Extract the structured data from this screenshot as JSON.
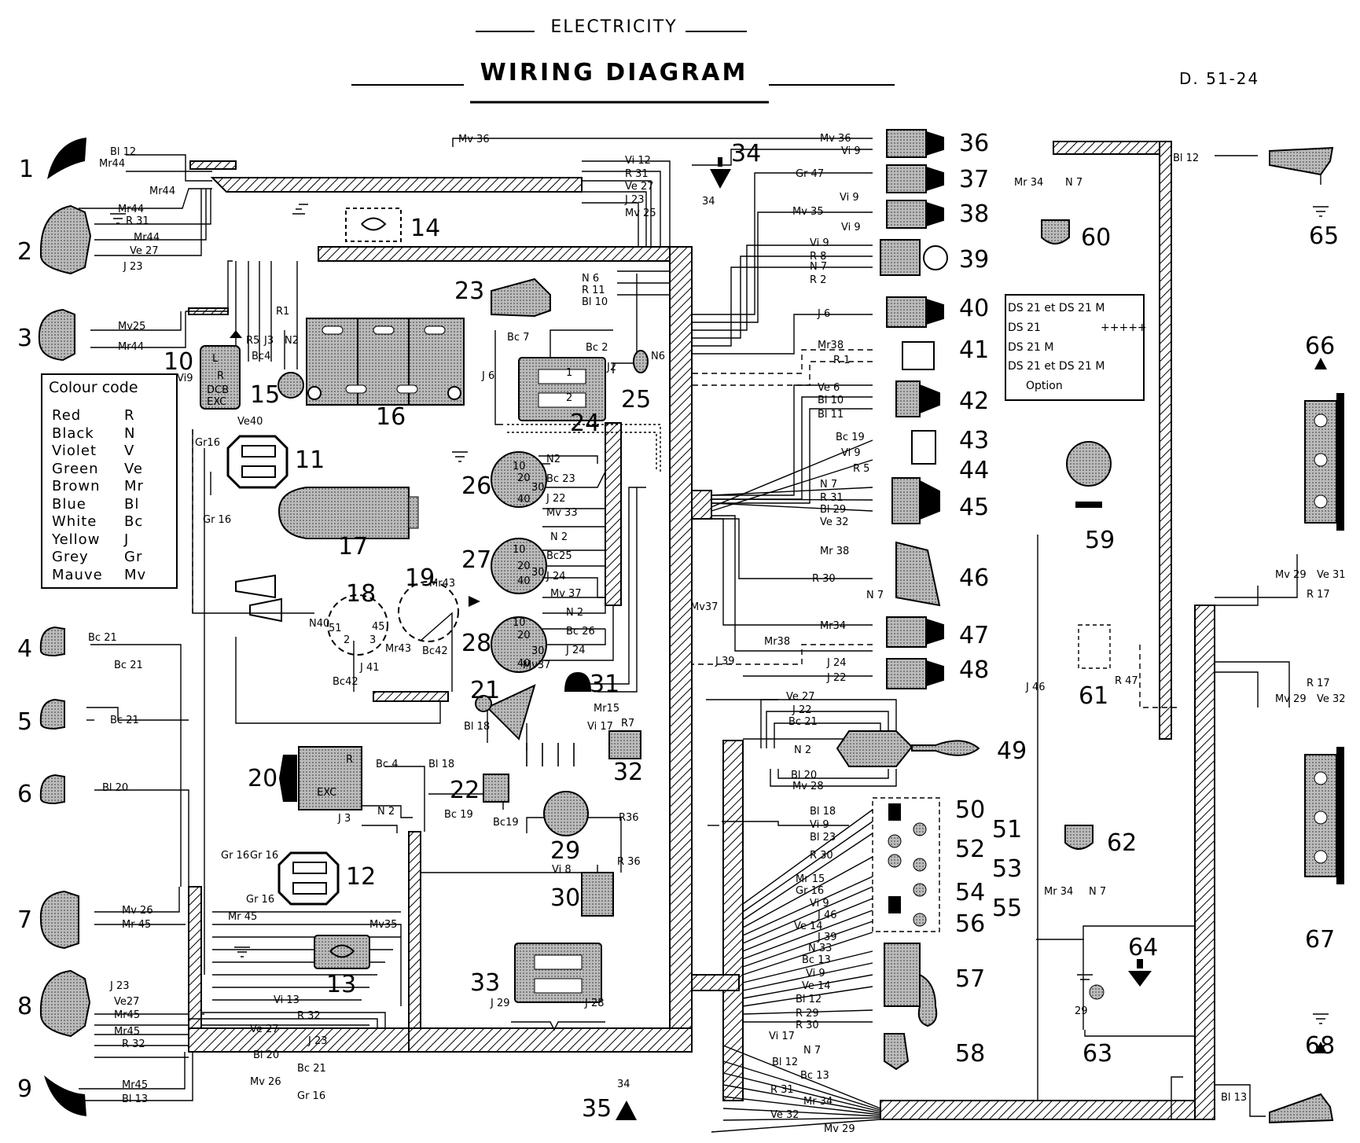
{
  "header": {
    "section": "ELECTRICITY",
    "title": "WIRING    DIAGRAM",
    "reference": "D. 51-24"
  },
  "colour_code": {
    "title": "Colour code",
    "entries": [
      {
        "name": "Red",
        "code": "R"
      },
      {
        "name": "Black",
        "code": "N"
      },
      {
        "name": "Violet",
        "code": "V"
      },
      {
        "name": "Green",
        "code": "Ve"
      },
      {
        "name": "Brown",
        "code": "Mr"
      },
      {
        "name": "Blue",
        "code": "Bl"
      },
      {
        "name": "White",
        "code": "Bc"
      },
      {
        "name": "Yellow",
        "code": "J"
      },
      {
        "name": "Grey",
        "code": "Gr"
      },
      {
        "name": "Mauve",
        "code": "Mv"
      }
    ]
  },
  "line_key": {
    "entries": [
      {
        "label": "DS 21 et DS 21 M",
        "style": "solid"
      },
      {
        "label": "DS 21",
        "style": "+++++"
      },
      {
        "label": "DS 21 M",
        "style": "dashed"
      },
      {
        "label": "DS 21 et DS 21 M",
        "style": "dash-dot"
      },
      {
        "label": "Option",
        "style": ""
      }
    ]
  },
  "components": [
    "1",
    "2",
    "3",
    "4",
    "5",
    "6",
    "7",
    "8",
    "9",
    "10",
    "11",
    "12",
    "13",
    "14",
    "15",
    "16",
    "17",
    "18",
    "19",
    "20",
    "21",
    "22",
    "23",
    "24",
    "25",
    "26",
    "27",
    "28",
    "29",
    "30",
    "31",
    "32",
    "33",
    "34",
    "35",
    "36",
    "37",
    "38",
    "39",
    "40",
    "41",
    "42",
    "43",
    "44",
    "45",
    "46",
    "47",
    "48",
    "49",
    "50",
    "51",
    "52",
    "53",
    "54",
    "55",
    "56",
    "57",
    "58",
    "59",
    "60",
    "61",
    "62",
    "63",
    "64",
    "65",
    "66",
    "67",
    "68"
  ],
  "wire_labels": {
    "c1": [
      "Bl 12",
      "Mr44",
      "Mr44"
    ],
    "c2": [
      "Mr44",
      "R 31",
      "Mr44",
      "Ve 27",
      "J 23"
    ],
    "c3": [
      "Mv25",
      "Mr44"
    ],
    "c4_5": [
      "Bc 21",
      "Bc 21",
      "Bc 21"
    ],
    "c6": [
      "Bl 20"
    ],
    "c7": [
      "Mv 26",
      "Mr 45"
    ],
    "c8": [
      "J 23",
      "Ve27",
      "Mr45",
      "Mr45",
      "R 32"
    ],
    "c9": [
      "Mr45",
      "Bl 13"
    ],
    "top": [
      "Mv 36",
      "Vi 12",
      "R 31",
      "Ve 27",
      "J 23",
      "Mv 25"
    ],
    "c10_15": [
      "Vi9",
      "R5",
      "J3",
      "N2",
      "R1",
      "Bc4",
      "Ve40"
    ],
    "c10_marks": [
      "L",
      "R",
      "DCB",
      "EXC"
    ],
    "c11": [
      "Gr16",
      "Gr 16"
    ],
    "c12": [
      "Gr 16",
      "Gr 16",
      "Gr 16"
    ],
    "c13": [
      "Mv35",
      "Mr 45"
    ],
    "c18_19": [
      "N40",
      "51",
      "2",
      "3",
      "45",
      "Mr43",
      "J 41",
      "Bc42",
      "Mr43",
      "Bc42"
    ],
    "c20": [
      "R",
      "EXC",
      "Bc 4",
      "Bl 18",
      "J 3",
      "N 2",
      "Bc 19"
    ],
    "c21_22": [
      "Bl 18",
      "Bc19"
    ],
    "c23": [
      "N 6",
      "R 11",
      "Bl 10"
    ],
    "c24": [
      "Bc 7",
      "Bc 2",
      "J 6",
      "J2",
      "1",
      "2",
      "N6"
    ],
    "c26": [
      "N2",
      "10",
      "20",
      "30",
      "40",
      "Bc 23",
      "J 22",
      "Mv 33"
    ],
    "c27": [
      "N 2",
      "10",
      "20",
      "30",
      "40",
      "Bc25",
      "J 24",
      "Mv 37"
    ],
    "c28": [
      "N 2",
      "10",
      "20",
      "30",
      "40",
      "Bc 26",
      "J 24",
      "Mv37"
    ],
    "c29_30": [
      "R36",
      "R 36",
      "Vi 8"
    ],
    "c31_32": [
      "Mr15",
      "Vi 17",
      "R7"
    ],
    "c33": [
      "J 29",
      "J 28"
    ],
    "c34_35": [
      "34",
      "34"
    ],
    "bottom_harness": [
      "Vi 13",
      "R 32",
      "Ve 27",
      "J 23",
      "Bl 20",
      "Bc 21",
      "Mv 26",
      "Gr 16"
    ],
    "right_top": [
      "Mv 36",
      "Vi 9",
      "Gr 47",
      "Vi 9",
      "Mv 35",
      "Vi 9",
      "Vi 9",
      "R 8",
      "N 7",
      "R 2",
      "J 6",
      "Mr38",
      "R 1"
    ],
    "right_mid": [
      "Ve 6",
      "Bl 10",
      "Bl 11",
      "Bc 19",
      "Vi 9",
      "R 5",
      "N 7",
      "R 31",
      "Bl 29",
      "Ve 32",
      "Mr 38",
      "R 30",
      "N 7",
      "Mv37",
      "Mr34",
      "Mr38",
      "J 39",
      "J 24",
      "J 22"
    ],
    "c49": [
      "Ve 27",
      "J 22",
      "Bc 21",
      "N 2",
      "Bl 20",
      "Mv 28"
    ],
    "c50_56": [
      "Bl 18",
      "Vi 9",
      "Bl 23",
      "R 30",
      "Mr 15",
      "Gr 16",
      "Vi 9",
      "J 46",
      "Ve 14",
      "J 39"
    ],
    "c57_58": [
      "N 33",
      "Bc 13",
      "Vi 9",
      "Ve 14",
      "Bl 12",
      "R 29",
      "R 30"
    ],
    "bottom_right": [
      "Vi 17",
      "N 7",
      "Bl 12",
      "Bc 13",
      "R 31",
      "Mr 34",
      "Ve 32",
      "Mv 29"
    ],
    "far_right": [
      "Bl 12",
      "Mr 34",
      "N 7",
      "J 46",
      "Mv 29",
      "Ve 31",
      "R 17",
      "R 47",
      "R 17",
      "Mv 29",
      "Ve 32",
      "Mr 34",
      "N 7",
      "29",
      "Bl 13"
    ]
  }
}
